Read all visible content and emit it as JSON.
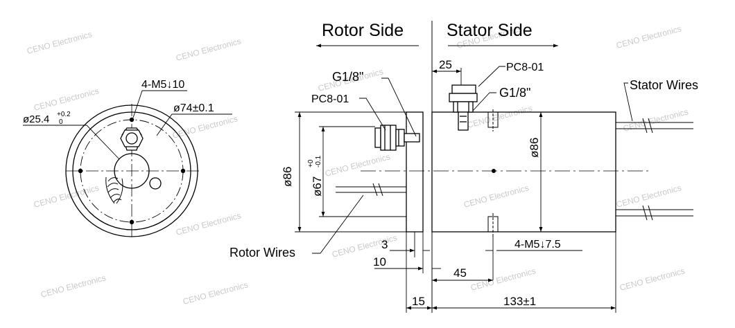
{
  "watermark": "CENO Electronics",
  "labels": {
    "rotor_side": "Rotor Side",
    "stator_side": "Stator Side",
    "stator_wires": "Stator Wires",
    "rotor_wires": "Rotor Wires",
    "fitting_left": "PC8-01",
    "thread_left": "G1/8\"",
    "fitting_right": "PC8-01",
    "thread_right": "G1/8\""
  },
  "front_view": {
    "holes": "4-M5↓10",
    "bore": "ø25.4",
    "bore_tol_upper": "+0.2",
    "bore_tol_lower": "0",
    "pcd": "ø74±0.1"
  },
  "dimensions": {
    "dia_outer": "ø86",
    "dia_flange": "ø67",
    "dia_flange_tol_upper": "+0",
    "dia_flange_tol_lower": "-0.1",
    "dia_stator": "ø86",
    "d25": "25",
    "d3": "3",
    "d10": "10",
    "d45": "45",
    "d15": "15",
    "d133": "133±1",
    "stator_holes": "4-M5↓7.5"
  }
}
